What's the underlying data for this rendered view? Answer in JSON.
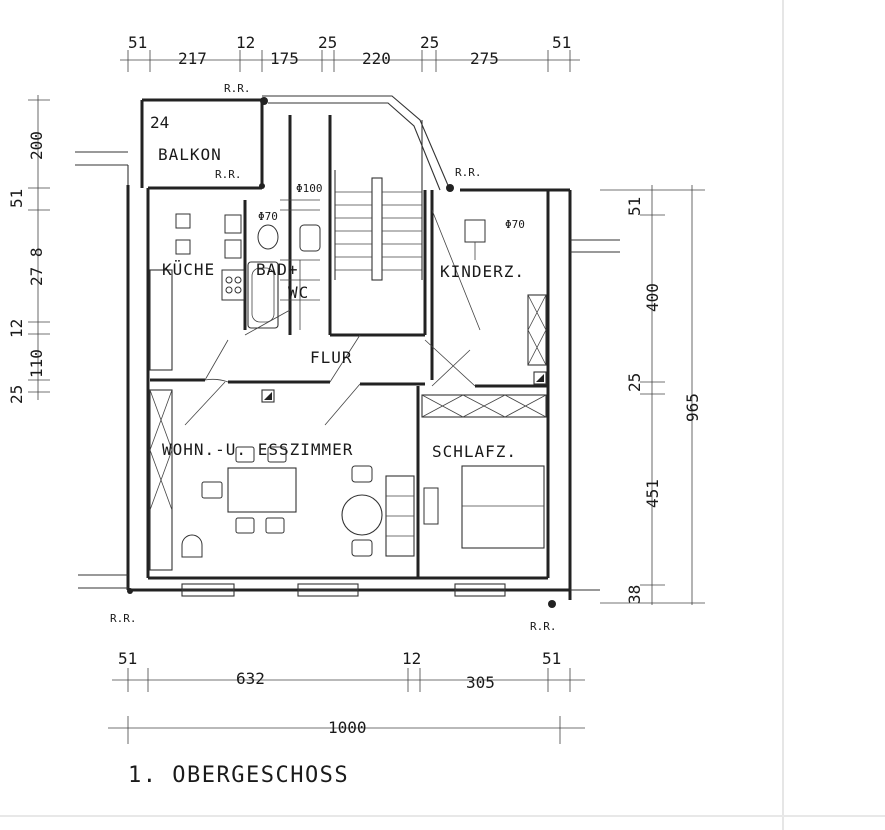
{
  "rooms": {
    "balkon": "BALKON",
    "kueche": "KÜCHE",
    "bad": "BAD+",
    "wc": "WC",
    "kinderzimmer": "KINDERZ.",
    "flur": "FLUR",
    "wohnzimmer": "WOHN.-U. ESSZIMMER",
    "schlafzimmer": "SCHLAFZ."
  },
  "markers": {
    "rr": "R.R.",
    "phi100": "Φ100",
    "phi70": "Φ70"
  },
  "dimensions": {
    "top": [
      "51",
      "217",
      "12",
      "175",
      "25",
      "220",
      "25",
      "275",
      "51"
    ],
    "balkon_depth": "24",
    "left": [
      "200",
      "51",
      "27 8",
      "12",
      "110",
      "25"
    ],
    "right": [
      "51",
      "400",
      "25",
      "451",
      "38"
    ],
    "right_total": "965",
    "bottom": [
      "51",
      "632",
      "12",
      "305",
      "51"
    ],
    "bottom_total": "1000"
  },
  "title": "1. OBERGESCHOSS"
}
